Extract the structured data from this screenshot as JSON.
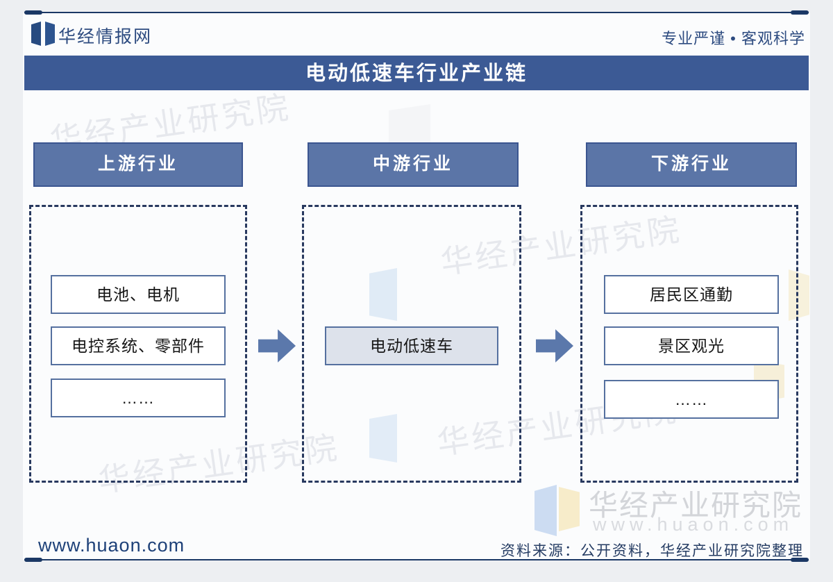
{
  "header": {
    "brand": "华经情报网",
    "tagline": "专业严谨 • 客观科学"
  },
  "title": "电动低速车行业产业链",
  "columns": [
    {
      "header": "上游行业",
      "items": [
        "电池、电机",
        "电控系统、零部件",
        "……"
      ]
    },
    {
      "header": "中游行业",
      "items": [
        "电动低速车"
      ]
    },
    {
      "header": "下游行业",
      "items": [
        "居民区通勤",
        "景区观光",
        "……"
      ]
    }
  ],
  "watermark": {
    "text": "华经产业研究院",
    "url": "www.huaon.com"
  },
  "footer": {
    "site": "www.huaon.com",
    "source": "资料来源：公开资料，华经产业研究院整理"
  },
  "colors": {
    "title_bar": "#3c5a95",
    "column_header": "#5b75a7",
    "arrow": "#5b78ab",
    "dashed_border": "#28395f",
    "midstream_fill": "#dde2eb",
    "text_dark_blue": "#2d4b80"
  }
}
